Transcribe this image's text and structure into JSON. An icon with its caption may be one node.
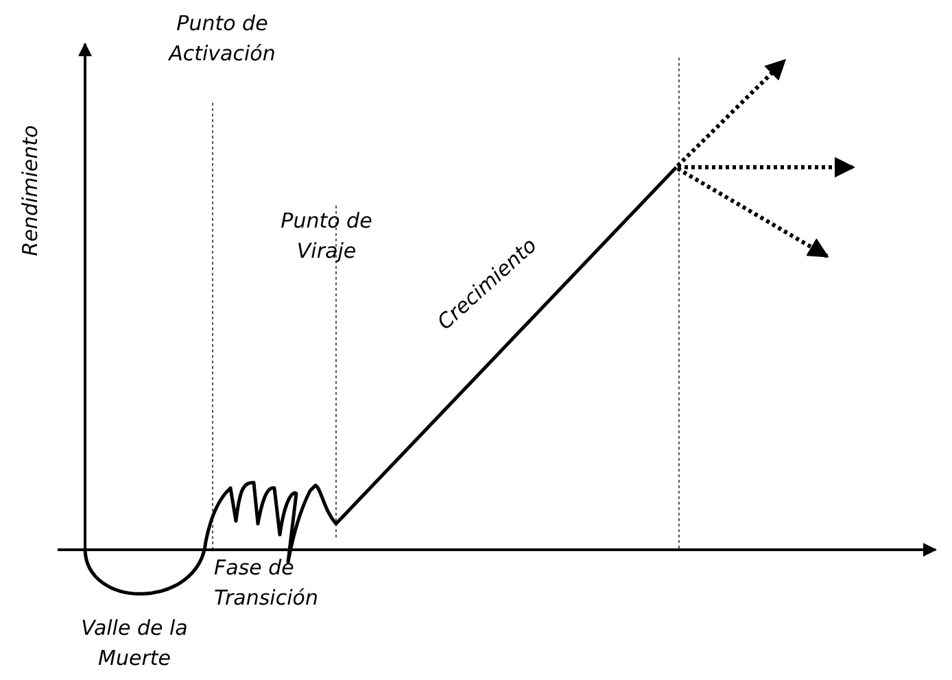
{
  "diagram": {
    "labels": [
      "Punto de Activación",
      "Rendimiento",
      "Punto de Viraje",
      "Crecimiento",
      "Valle de la Muerte",
      "Fase de Transición"
    ]
  }
}
